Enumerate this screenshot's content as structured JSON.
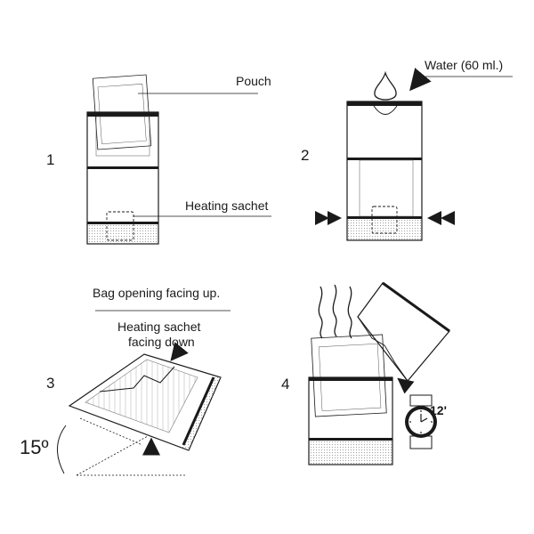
{
  "steps": [
    {
      "number": "1",
      "labels": {
        "pouch": "Pouch",
        "heating_sachet": "Heating sachet"
      }
    },
    {
      "number": "2",
      "labels": {
        "water": "Water (60 ml.)"
      }
    },
    {
      "number": "3",
      "labels": {
        "bag_opening": "Bag opening facing up.",
        "sachet_down_line1": "Heating sachet",
        "sachet_down_line2": "facing down",
        "angle": "15º"
      }
    },
    {
      "number": "4",
      "labels": {
        "time": "12'"
      }
    }
  ],
  "colors": {
    "ink": "#1a1a1a",
    "paper": "#ffffff",
    "dots": "#888888"
  },
  "icons": [
    "water-drop-icon",
    "arrow-icon",
    "steam-icon",
    "wristwatch-icon"
  ]
}
